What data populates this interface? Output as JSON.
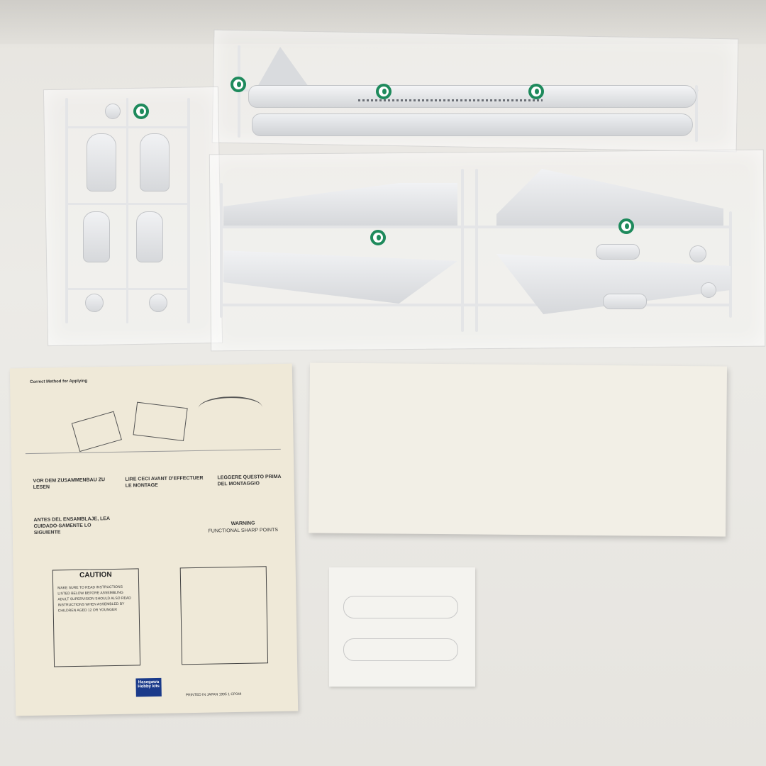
{
  "instructions": {
    "heading_en": "Correct Method for Applying",
    "caution_title": "CAUTION",
    "caution_lines": [
      "MAKE SURE TO READ INSTRUCTIONS",
      "LISTED BELOW BEFORE ASSEMBLING",
      "ADULT SUPERVISION SHOULD ALSO READ",
      "INSTRUCTIONS WHEN ASSEMBLED BY",
      "CHILDREN AGED 12 OR YOUNGER"
    ],
    "brand_top": "Hasegawa",
    "brand_bottom": "Hobby kits",
    "printed": "PRINTED IN JAPAN 1995 1 CP044",
    "warning_title": "WARNING",
    "warning_sub": "FUNCTIONAL SHARP POINTS",
    "section_de": "VOR DEM ZUSAMMENBAU ZU LESEN",
    "section_fr": "LIRE CECI AVANT D'EFFECTUER LE MONTAGE",
    "section_it": "LEGGERE QUESTO PRIMA DEL MONTAGGIO",
    "section_es": "ANTES DEL ENSAMBLAJE, LEA CUIDADO-SAMENTE LO SIGUIENTE"
  },
  "colors": {
    "logo_green": "#1e8a5c",
    "plastic": "#e4e5e7",
    "paper": "#efe9d8",
    "brand_blue": "#1a3a8a"
  }
}
